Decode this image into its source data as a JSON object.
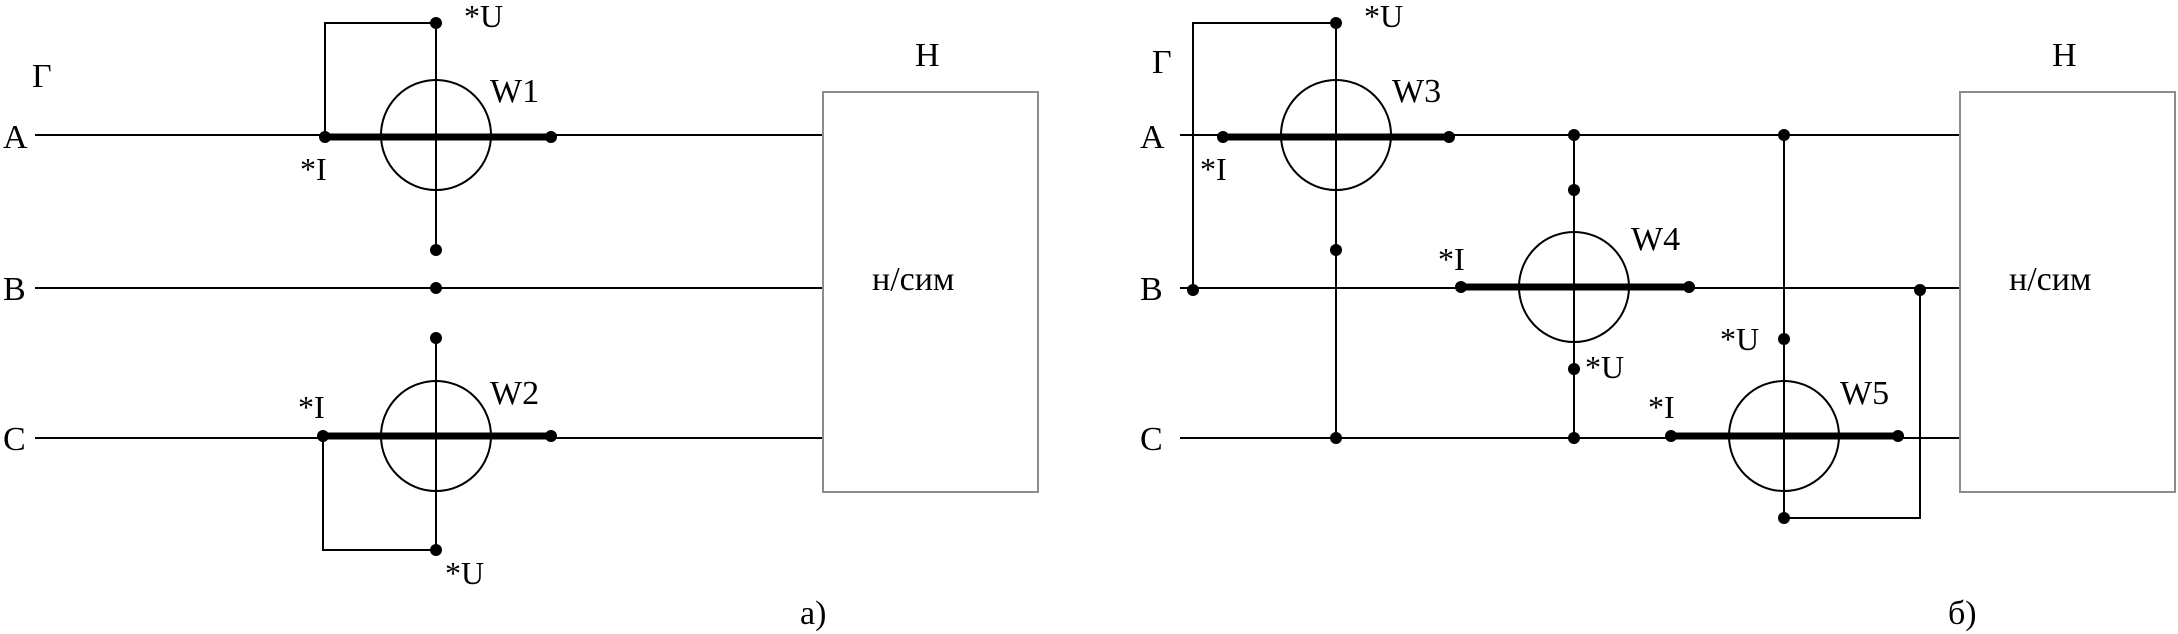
{
  "diagram_a": {
    "generator_label": "Г",
    "load_label": "Н",
    "load_type": "н/сим",
    "caption": "а)",
    "phases": [
      "A",
      "B",
      "C"
    ],
    "meters": [
      {
        "name": "W1",
        "current_terminal": "*I",
        "voltage_terminal": "*U"
      },
      {
        "name": "W2",
        "current_terminal": "*I",
        "voltage_terminal": "*U"
      }
    ]
  },
  "diagram_b": {
    "generator_label": "Г",
    "load_label": "Н",
    "load_type": "н/сим",
    "caption": "б)",
    "phases": [
      "A",
      "B",
      "C"
    ],
    "meters": [
      {
        "name": "W3",
        "current_terminal": "*I",
        "voltage_terminal": "*U"
      },
      {
        "name": "W4",
        "current_terminal": "*I",
        "voltage_terminal": "*U"
      },
      {
        "name": "W5",
        "current_terminal": "*I",
        "voltage_terminal": "*U"
      }
    ]
  },
  "colors": {
    "line": "#000000",
    "load_box": "#8c8c8c",
    "background": "#ffffff"
  }
}
